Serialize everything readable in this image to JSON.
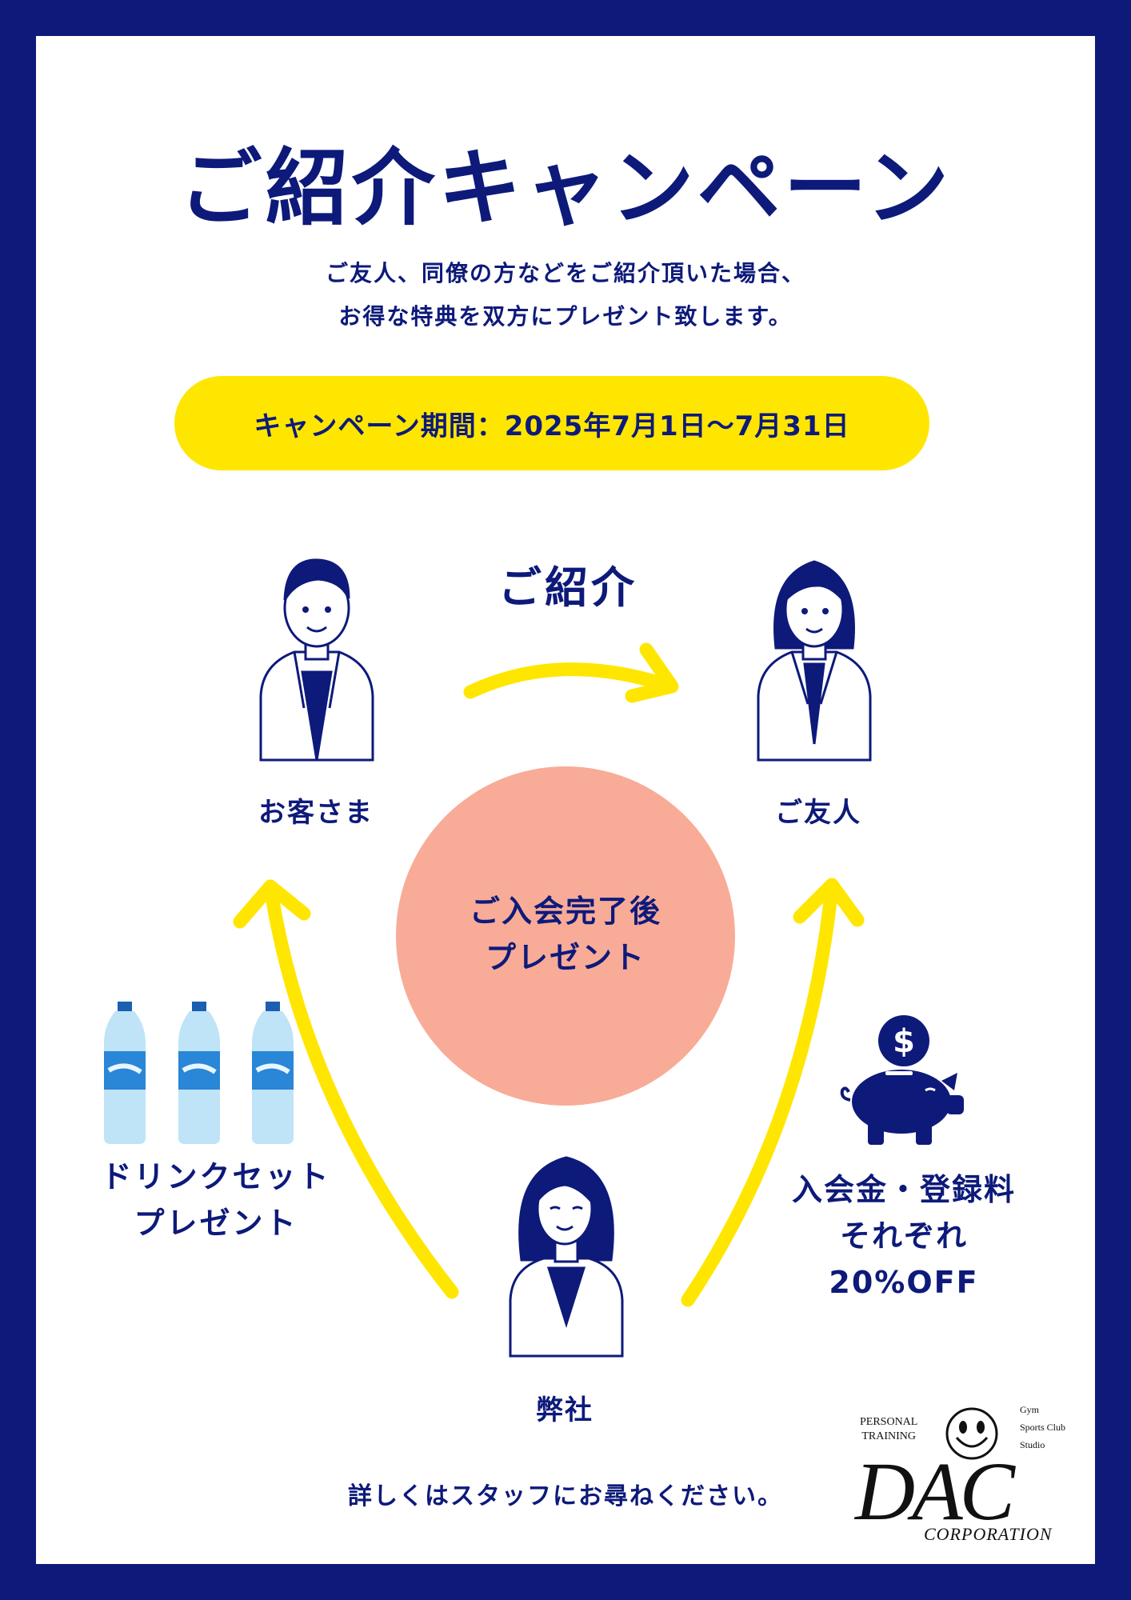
{
  "title": "ご紹介キャンペーン",
  "subtitle": {
    "line1": "ご友人、同僚の方などをご紹介頂いた場合、",
    "line2": "お得な特典を双方にプレゼント致します。"
  },
  "period": "キャンペーン期間：2025年7月1日〜7月31日",
  "flow": {
    "referral_label": "ご紹介",
    "customer_label": "お客さま",
    "friend_label": "ご友人",
    "company_label": "弊社",
    "center": {
      "line1": "ご入会完了後",
      "line2": "プレゼント"
    }
  },
  "benefits": {
    "left": {
      "line1": "ドリンクセット",
      "line2": "プレゼント"
    },
    "right": {
      "line1": "入会金・登録料",
      "line2": "それぞれ20%OFF"
    }
  },
  "footer": "詳しくはスタッフにお尋ねください。",
  "logo": {
    "left_line1": "PERSONAL",
    "left_line2": "TRAINING",
    "right_line1": "Gym",
    "right_line2": "Sports Club",
    "right_line3": "Studio",
    "mark": "DAC",
    "corp": "CORPORATION"
  },
  "colors": {
    "navy": "#0d1a7a",
    "yellow": "#ffe600",
    "salmon": "#f8ab97"
  },
  "icons": [
    "person-man-icon",
    "person-woman-icon",
    "person-staff-icon",
    "water-bottle-icon",
    "piggy-bank-icon",
    "smiley-icon"
  ]
}
